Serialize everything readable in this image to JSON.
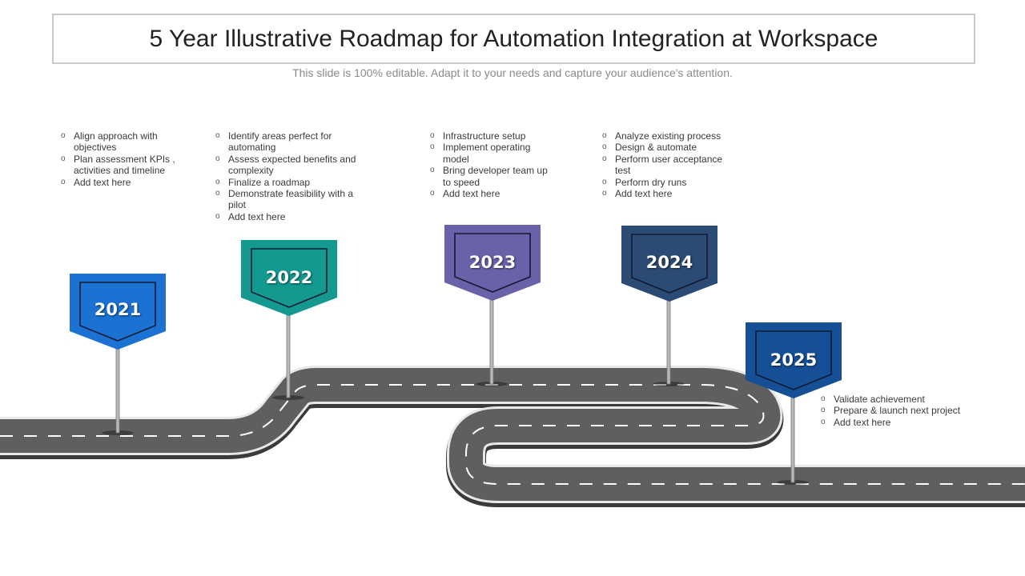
{
  "title": "5 Year Illustrative Roadmap for Automation Integration at Workspace",
  "subtitle": "This slide is 100% editable. Adapt it to your needs and capture your audience's attention.",
  "milestones": [
    {
      "year": "2021",
      "color": "#1b72d2",
      "items": [
        "Align approach with objectives",
        "Plan assessment KPIs , activities and timeline",
        "Add text here"
      ]
    },
    {
      "year": "2022",
      "color": "#13998f",
      "items": [
        "Identify areas perfect for automating",
        "Assess expected benefits and complexity",
        "Finalize a roadmap",
        "Demonstrate feasibility with a pilot",
        "Add text here"
      ]
    },
    {
      "year": "2023",
      "color": "#6a62a9",
      "items": [
        "Infrastructure setup",
        "Implement operating model",
        "Bring developer team up to speed",
        "Add text here"
      ]
    },
    {
      "year": "2024",
      "color": "#2c4b74",
      "items": [
        "Analyze  existing process",
        "Design & automate",
        "Perform user acceptance test",
        "Perform dry runs",
        "Add text here"
      ]
    },
    {
      "year": "2025",
      "color": "#154f95",
      "items": [
        "Validate achievement",
        "Prepare & launch next project",
        "Add text here"
      ]
    }
  ]
}
